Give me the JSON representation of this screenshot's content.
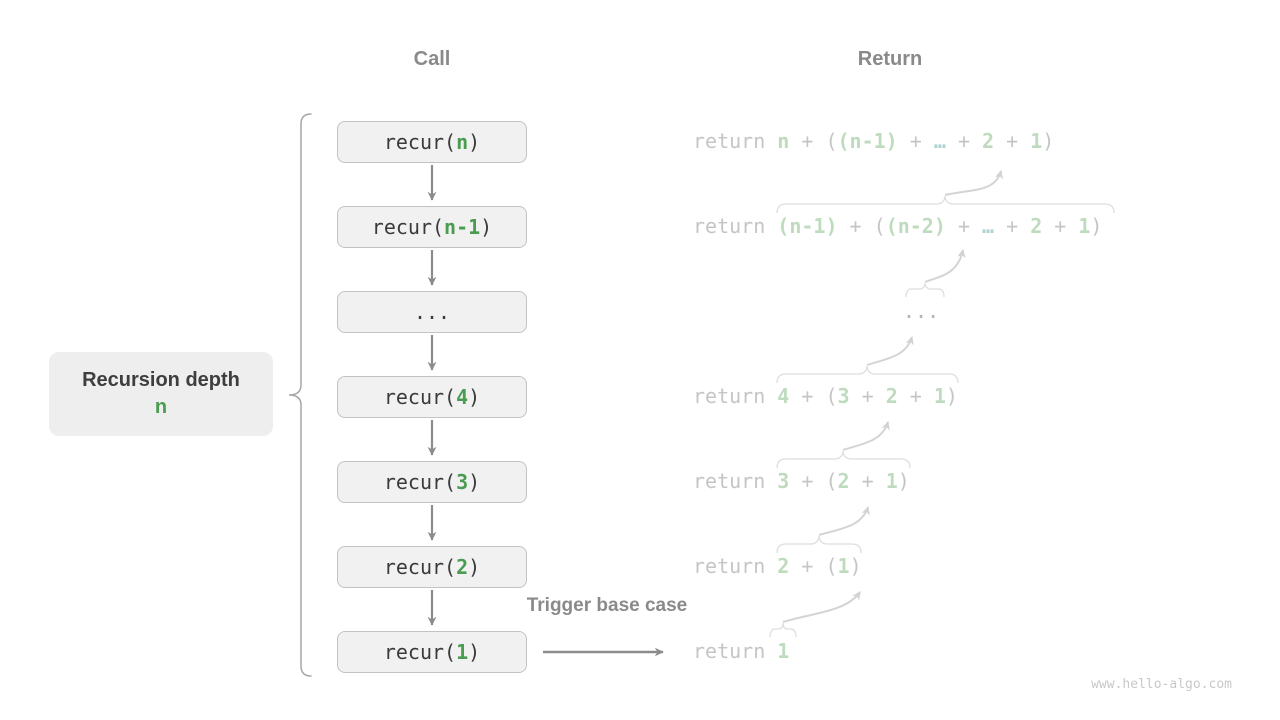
{
  "headers": {
    "call": "Call",
    "return": "Return"
  },
  "call_stack": {
    "boxes": [
      {
        "pre": "recur(",
        "arg": "n",
        "post": ")"
      },
      {
        "pre": "recur(",
        "arg": "n-1",
        "post": ")"
      },
      {
        "pre": "...",
        "arg": "",
        "post": ""
      },
      {
        "pre": "recur(",
        "arg": "4",
        "post": ")"
      },
      {
        "pre": "recur(",
        "arg": "3",
        "post": ")"
      },
      {
        "pre": "recur(",
        "arg": "2",
        "post": ")"
      },
      {
        "pre": "recur(",
        "arg": "1",
        "post": ")"
      }
    ]
  },
  "return_rows": [
    [
      {
        "c": "kw",
        "t": "return "
      },
      {
        "c": "g",
        "t": "n"
      },
      {
        "c": "op",
        "t": " + ("
      },
      {
        "c": "g",
        "t": "(n-1)"
      },
      {
        "c": "op",
        "t": " + "
      },
      {
        "c": "dots",
        "t": "…"
      },
      {
        "c": "op",
        "t": " + "
      },
      {
        "c": "g",
        "t": "2"
      },
      {
        "c": "op",
        "t": " + "
      },
      {
        "c": "g",
        "t": "1"
      },
      {
        "c": "op",
        "t": ")"
      }
    ],
    [
      {
        "c": "kw",
        "t": "return "
      },
      {
        "c": "g",
        "t": "(n-1)"
      },
      {
        "c": "op",
        "t": " + ("
      },
      {
        "c": "g",
        "t": "(n-2)"
      },
      {
        "c": "op",
        "t": " + "
      },
      {
        "c": "dots",
        "t": "…"
      },
      {
        "c": "op",
        "t": " + "
      },
      {
        "c": "g",
        "t": "2"
      },
      {
        "c": "op",
        "t": " + "
      },
      {
        "c": "g",
        "t": "1"
      },
      {
        "c": "op",
        "t": ")"
      }
    ],
    [
      {
        "c": "dots3",
        "t": "..."
      }
    ],
    [
      {
        "c": "kw",
        "t": "return "
      },
      {
        "c": "g",
        "t": "4"
      },
      {
        "c": "op",
        "t": " + ("
      },
      {
        "c": "g",
        "t": "3"
      },
      {
        "c": "op",
        "t": " + "
      },
      {
        "c": "g",
        "t": "2"
      },
      {
        "c": "op",
        "t": " + "
      },
      {
        "c": "g",
        "t": "1"
      },
      {
        "c": "op",
        "t": ")"
      }
    ],
    [
      {
        "c": "kw",
        "t": "return "
      },
      {
        "c": "g",
        "t": "3"
      },
      {
        "c": "op",
        "t": " + ("
      },
      {
        "c": "g",
        "t": "2"
      },
      {
        "c": "op",
        "t": " + "
      },
      {
        "c": "g",
        "t": "1"
      },
      {
        "c": "op",
        "t": ")"
      }
    ],
    [
      {
        "c": "kw",
        "t": "return "
      },
      {
        "c": "g",
        "t": "2"
      },
      {
        "c": "op",
        "t": " + ("
      },
      {
        "c": "g",
        "t": "1"
      },
      {
        "c": "op",
        "t": ")"
      }
    ],
    [
      {
        "c": "kw",
        "t": "return "
      },
      {
        "c": "g",
        "t": "1"
      }
    ]
  ],
  "depth_label": {
    "line1": "Recursion depth",
    "line2": "n"
  },
  "trigger_label": "Trigger base case",
  "watermark": "www.hello-algo.com",
  "colors": {
    "accent_green": "#4a9c50",
    "accent_green_light": "#bedcbd",
    "teal_ellipsis": "#aed2d2",
    "box_background": "#f1f1f2",
    "box_border": "#c3c3c3",
    "header_gray": "#8a8a8a",
    "arrow_gray": "#8c8c8c",
    "faded_gray": "#d8d8d8"
  }
}
